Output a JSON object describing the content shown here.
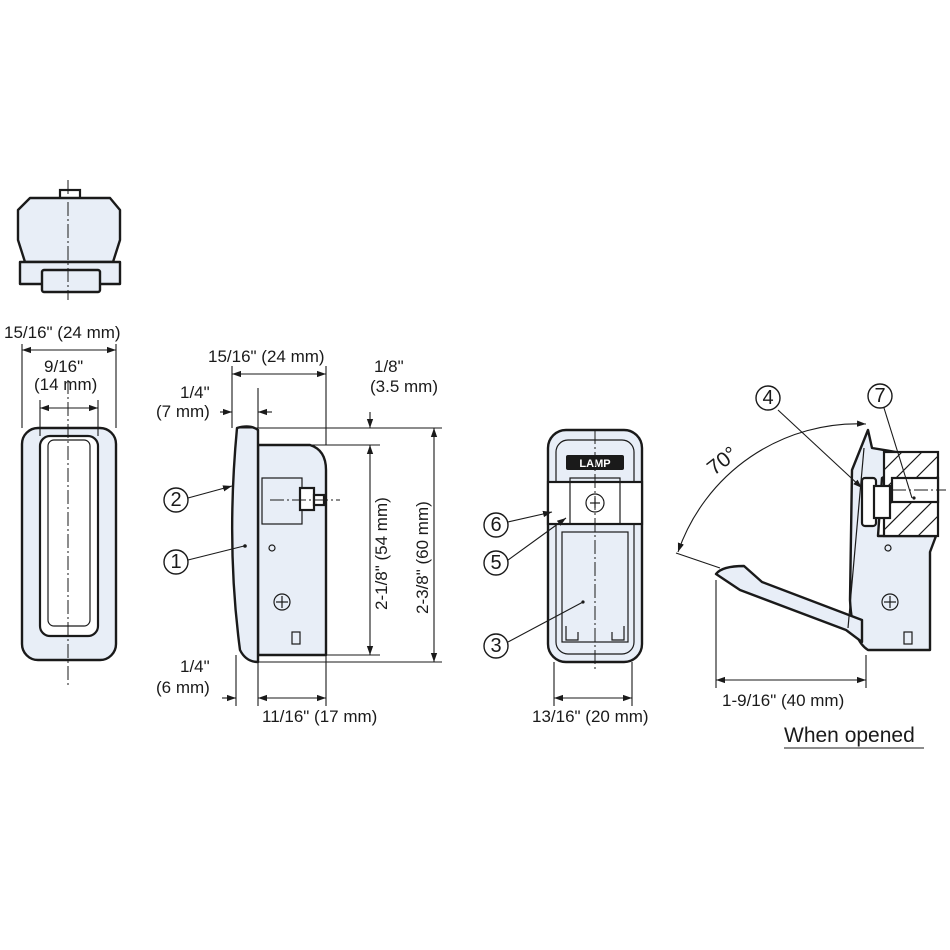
{
  "top_view": {},
  "front_view": {
    "width_outer": "15/16\" (24 mm)",
    "width_inner_in": "9/16\"",
    "width_inner_mm": "(14 mm)"
  },
  "side_view": {
    "width_top": "15/16\" (24 mm)",
    "offset_top_in": "1/4\"",
    "offset_top_mm": "(7 mm)",
    "offset_bottom_in": "1/4\"",
    "offset_bottom_mm": "(6 mm)",
    "depth": "11/16\" (17 mm)",
    "lip_in": "1/8\"",
    "lip_mm": "(3.5 mm)",
    "height_inner": "2-1/8\" (54 mm)",
    "height_outer": "2-3/8\" (60 mm)",
    "callout_2": "2",
    "callout_1": "1"
  },
  "rear_view": {
    "badge": "LAMP",
    "width": "13/16\" (20 mm)",
    "callout_6": "6",
    "callout_5": "5",
    "callout_3": "3"
  },
  "opened_view": {
    "angle": "70°",
    "reach": "1-9/16\" (40 mm)",
    "caption": "When opened",
    "callout_4": "4",
    "callout_7": "7"
  }
}
